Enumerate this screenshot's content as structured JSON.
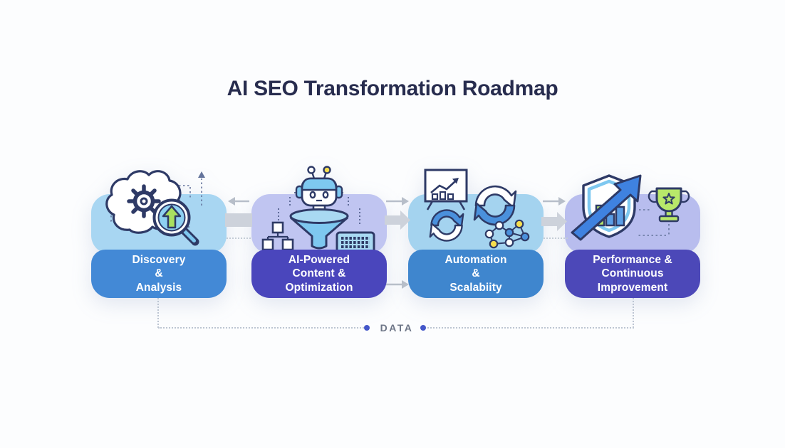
{
  "title": "AI SEO Transformation Roadmap",
  "feedback": {
    "label": "DATA"
  },
  "stages": [
    {
      "name": "Discovery & Analysis",
      "lines": [
        "Discovery",
        "&",
        "Analysis"
      ],
      "icon": "brain-gear-magnifier-icon",
      "colors": {
        "top": "#a8d6f2",
        "bottom": "#4389d6"
      }
    },
    {
      "name": "AI-Powered Content & Optimization",
      "lines": [
        "AI-Powered",
        "Content &",
        "Optimization"
      ],
      "icon": "robot-funnel-keyboard-icon",
      "colors": {
        "top": "#c0c5f1",
        "bottom": "#4a46bc"
      }
    },
    {
      "name": "Automation & Scalabiity",
      "lines": [
        "Automation",
        "&",
        "Scalabiity"
      ],
      "icon": "automation-cycles-network-icon",
      "colors": {
        "top": "#a4d3ef",
        "bottom": "#3f86ce"
      }
    },
    {
      "name": "Performance & Continuous Improvement",
      "lines": [
        "Performance &",
        "Continuous",
        "Improvement"
      ],
      "icon": "shield-growth-trophy-icon",
      "colors": {
        "top": "#b8bdee",
        "bottom": "#4c48b8"
      }
    }
  ],
  "palette": {
    "background": "#fcfdfe",
    "title_text": "#272c4e",
    "card_text": "#ffffff",
    "arrow_thin": "#b7bec9",
    "arrow_thick": "#cdd2db",
    "dotted_connector": "#c3ccd6",
    "loop_line": "#bcc5d2",
    "loop_dot": "#4457c9",
    "data_label_text": "#6e7687",
    "icon_outline": "#2e3a66",
    "icon_light_blue": "#7ec8f0",
    "icon_pale_blue": "#a9d9f2",
    "icon_mid_blue": "#4a90dc",
    "icon_green": "#a9e060",
    "icon_yellow": "#f6dd4e"
  }
}
